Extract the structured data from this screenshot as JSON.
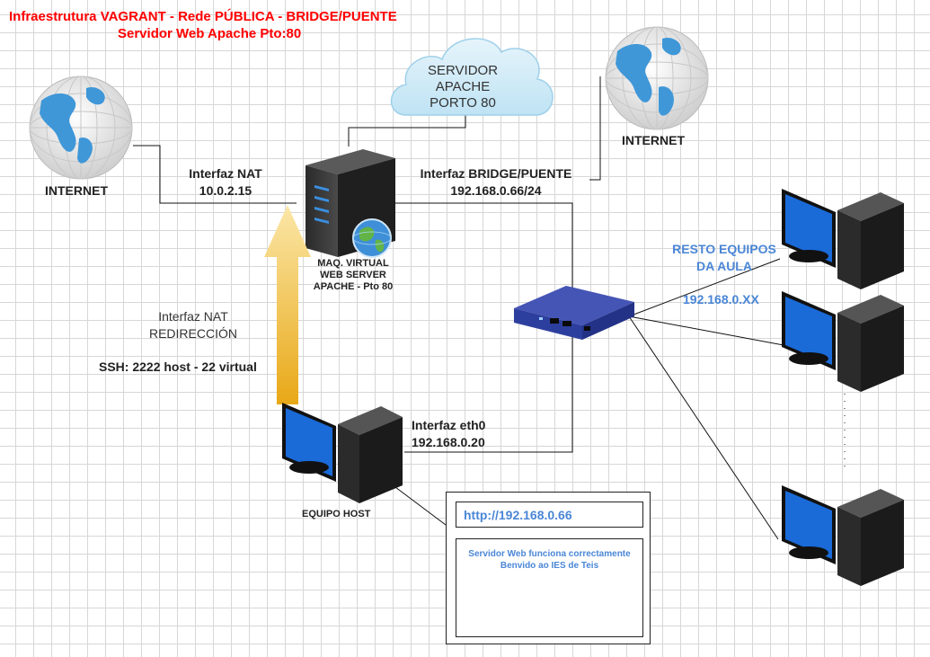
{
  "title": {
    "line1": "Infraestrutura VAGRANT - Rede PÚBLICA - BRIDGE/PUENTE",
    "line2": "Servidor Web Apache Pto:80"
  },
  "cloud": {
    "line1": "SERVIDOR",
    "line2": "APACHE",
    "line3": "PORTO 80"
  },
  "internet_left": "INTERNET",
  "internet_right": "INTERNET",
  "nat": {
    "line1": "Interfaz NAT",
    "line2": "10.0.2.15"
  },
  "bridge": {
    "line1": "Interfaz BRIDGE/PUENTE",
    "line2": "192.168.0.66/24"
  },
  "server": {
    "line1": "MAQ. VIRTUAL",
    "line2": "WEB SERVER",
    "line3": "APACHE - Pto 80"
  },
  "redirect": {
    "line1": "Interfaz NAT",
    "line2": "REDIRECCIÓN",
    "ssh": "SSH: 2222 host - 22 virtual"
  },
  "host": {
    "label": "EQUIPO HOST",
    "iface1": "Interfaz eth0",
    "iface2": "192.168.0.20"
  },
  "classroom": {
    "line1": "RESTO EQUIPOS",
    "line2": "DA AULA",
    "ip": "192.168.0.XX"
  },
  "browser": {
    "url": "http://192.168.0.66",
    "content1": "Servidor Web funciona correctamente",
    "content2": "Benvido ao IES de Teis"
  },
  "colors": {
    "title": "#ff0000",
    "accent_blue": "#4a86d6",
    "arrow_gold": "#f2c230",
    "screen_blue": "#1a6ad8",
    "switch_blue": "#2d3f9e"
  }
}
